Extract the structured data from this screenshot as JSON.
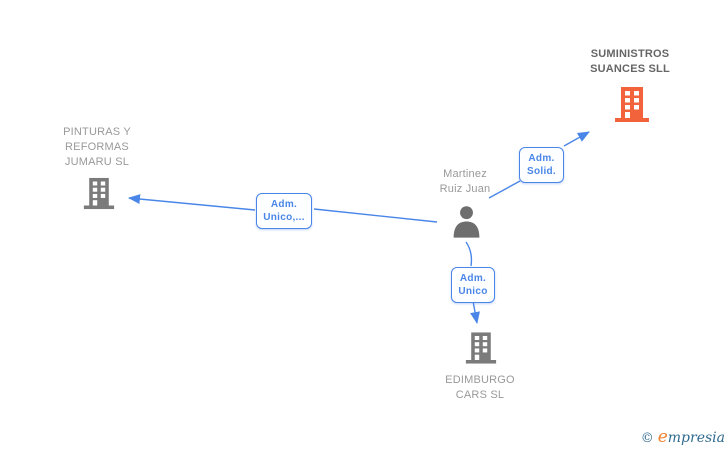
{
  "diagram": {
    "type": "corporate-relationship-graph",
    "nodes": [
      {
        "id": "suministros",
        "type": "company",
        "name": "SUMINISTROS SUANCES SLL",
        "highlighted": true,
        "icon": "building-icon"
      },
      {
        "id": "pinturas",
        "type": "company",
        "name": "PINTURAS Y REFORMAS JUMARU SL",
        "highlighted": false,
        "icon": "building-icon"
      },
      {
        "id": "martinez",
        "type": "person",
        "name": "Martinez Ruiz Juan",
        "highlighted": false,
        "icon": "person-icon"
      },
      {
        "id": "edimburgo",
        "type": "company",
        "name": "EDIMBURGO CARS SL",
        "highlighted": false,
        "icon": "building-icon"
      }
    ],
    "edges": [
      {
        "from": "martinez",
        "to": "suministros",
        "label": "Adm. Solid.",
        "direction": "person-to-company"
      },
      {
        "from": "martinez",
        "to": "pinturas",
        "label": "Adm. Unico,...",
        "direction": "person-to-company"
      },
      {
        "from": "martinez",
        "to": "edimburgo",
        "label": "Adm. Unico",
        "direction": "person-to-company"
      }
    ]
  },
  "watermark": {
    "copyright": "©",
    "brand_initial": "e",
    "brand_rest": "mpresia"
  },
  "colors": {
    "accent": "#4a86e8",
    "building-orange": "#f2633c",
    "building-gray": "#7b7b7b",
    "person-gray": "#6e6e6e",
    "company-text": "#999999",
    "highlight-text": "#666666",
    "watermark-blue": "#2f6a8f",
    "watermark-orange": "#f08233"
  }
}
